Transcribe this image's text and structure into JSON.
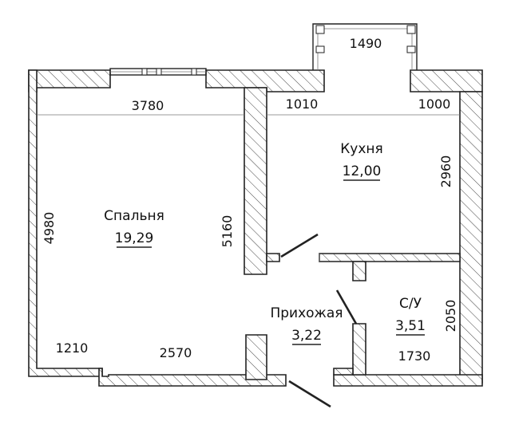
{
  "rooms": {
    "bedroom": {
      "name": "Спальня",
      "area": "19,29"
    },
    "kitchen": {
      "name": "Кухня",
      "area": "12,00"
    },
    "hallway": {
      "name": "Прихожая",
      "area": "3,22"
    },
    "bathroom": {
      "name": "С/У",
      "area": "3,51"
    }
  },
  "dimensions": {
    "balcony_width": "1490",
    "bedroom_top": "3780",
    "bedroom_height": "4980",
    "bedroom_inner_height": "5160",
    "bedroom_bottom_left": "1210",
    "bedroom_bottom_right": "2570",
    "kitchen_left": "1010",
    "kitchen_right": "1000",
    "kitchen_height": "2960",
    "bathroom_width": "1730",
    "bathroom_height": "2050"
  }
}
